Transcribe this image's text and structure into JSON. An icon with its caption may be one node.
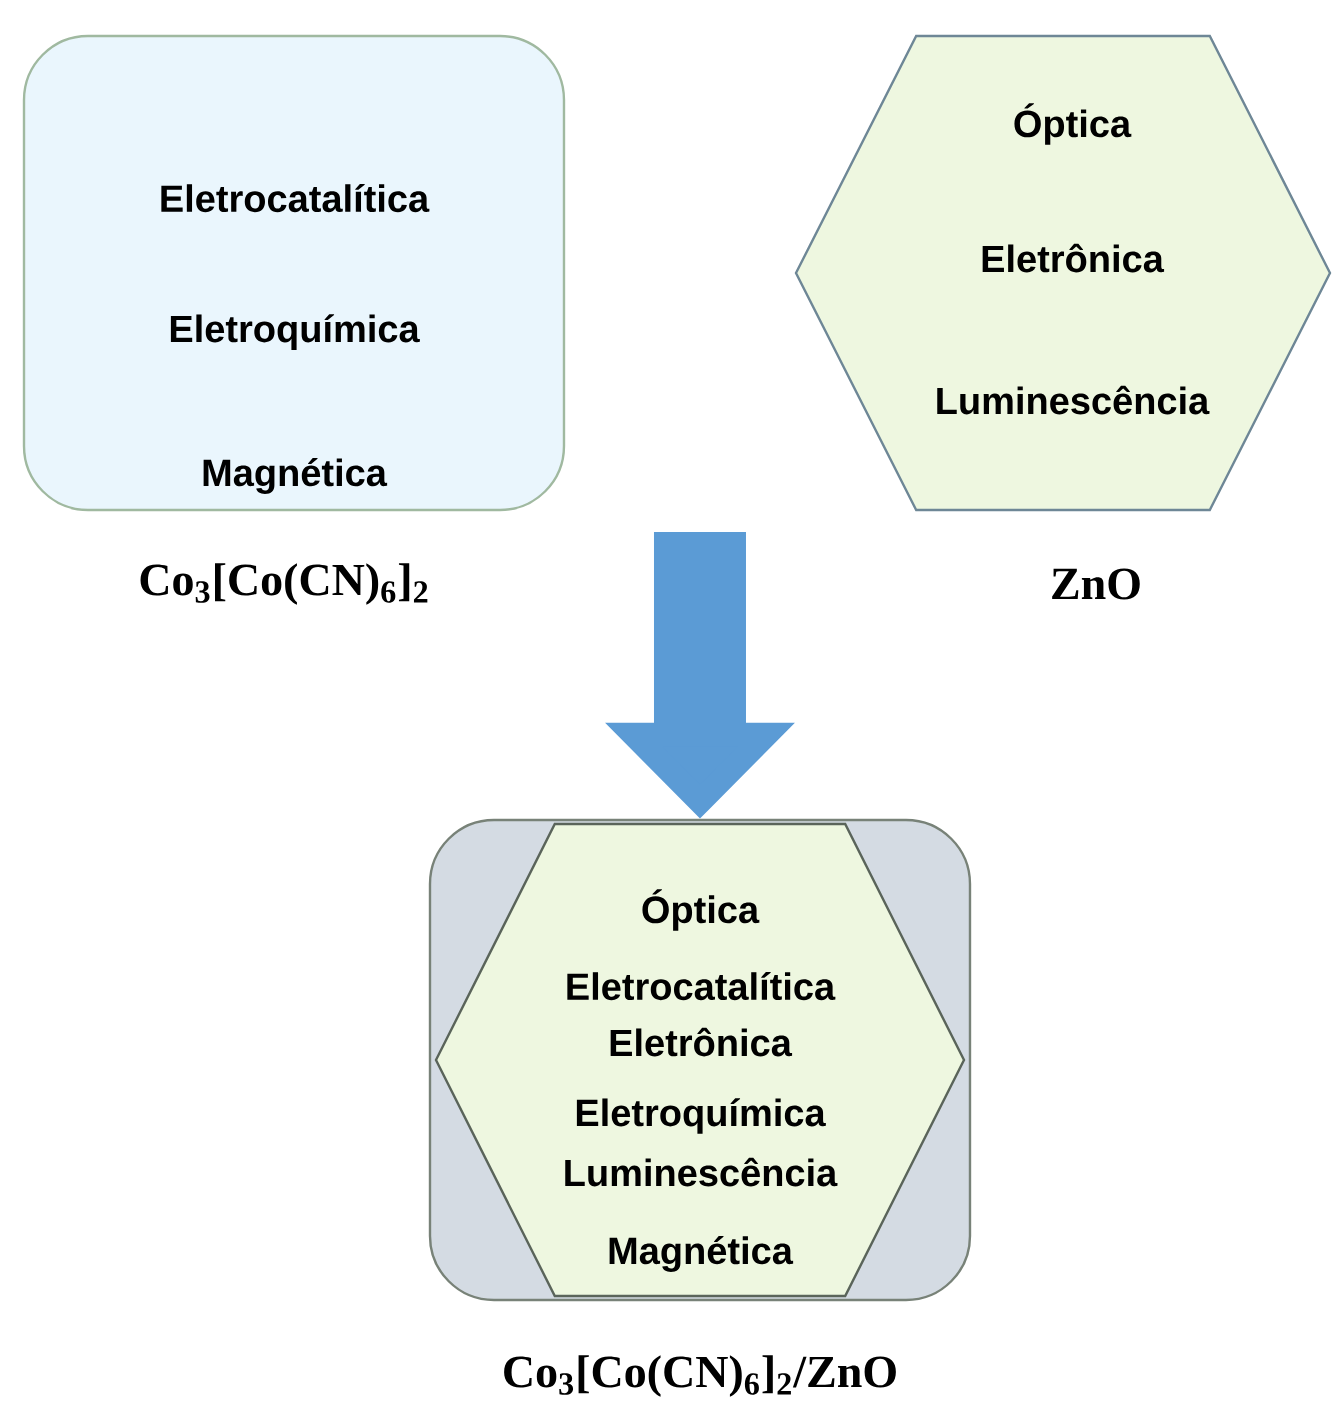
{
  "diagram": {
    "nodes": [
      {
        "text": [
          "Eletrocatalítica",
          "Eletroquímica",
          "Magnética"
        ],
        "beside": [
          "Co$_{3}$[Co(CN)$_{6}$]$_{2}$"
        ]
      },
      {
        "text": [
          "Óptica",
          "Eletrônica",
          "Luminescência"
        ],
        "beside": [
          "ZnO"
        ]
      },
      {
        "text": [],
        "shape": "box",
        "beside": [
          "Co$_{3}$[Co(CN)$_{6}$]$_{2}$/ZnO"
        ]
      },
      {
        "text": [
          "Óptica",
          "Eletrocatalítica",
          "Eletrônica",
          "Eletroquímica",
          "Luminescência",
          "Magnética"
        ],
        "in": 2
      }
    ],
    "edges": [
      {
        "from": null,
        "to": 2,
        "arrow": "to"
      }
    ]
  }
}
